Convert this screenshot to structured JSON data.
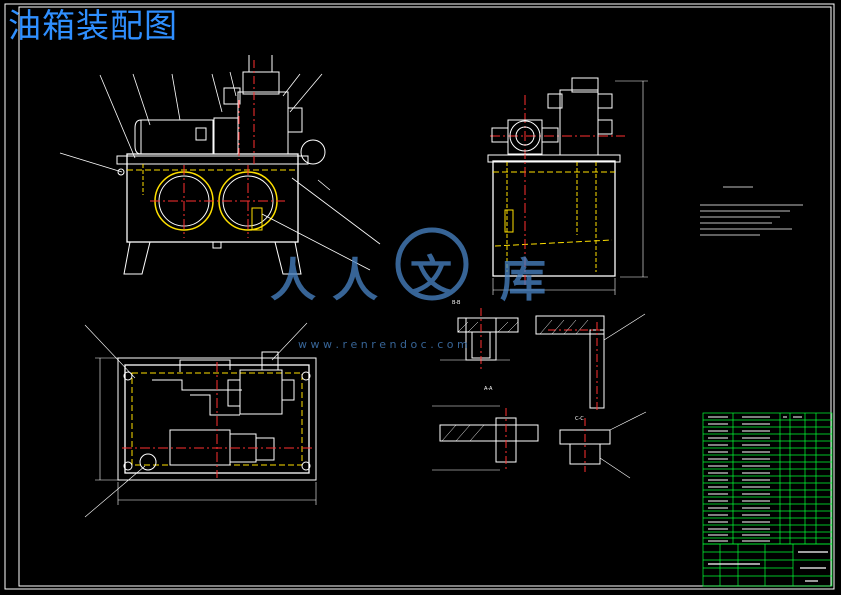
{
  "title": "油箱装配图",
  "watermark": {
    "chars": [
      "人",
      "人",
      "文",
      "库"
    ],
    "url": "w w w . r e n r e n d o c . c o m"
  },
  "colors": {
    "background": "#000000",
    "frame": "#ffffff",
    "title": "#2f8fff",
    "centerline": "#ff3030",
    "hidden": "#ffe000",
    "outline": "#ffffff",
    "components": "#ffffff",
    "table_grid": "#00ff33",
    "watermark": "#4a86c8"
  },
  "section_labels": [
    "A-A",
    "B-B",
    "C-C"
  ]
}
